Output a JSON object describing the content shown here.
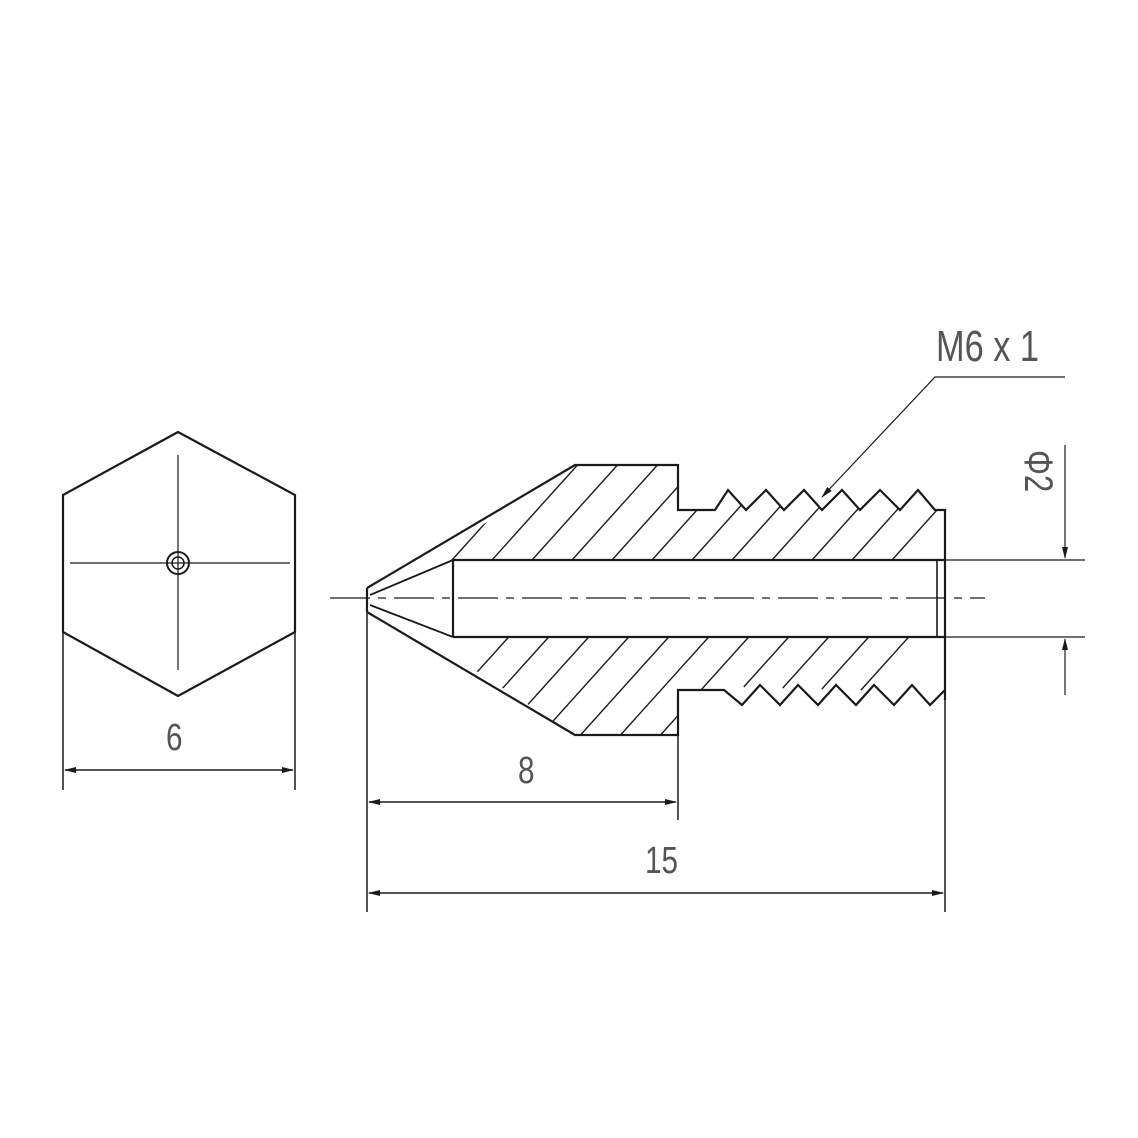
{
  "drawing": {
    "subject": "3D printer nozzle technical drawing",
    "views": [
      "end-view-hexagon",
      "side-section-view"
    ],
    "colors": {
      "line": "#1a1a1a",
      "text": "#555555",
      "background": "#ffffff"
    }
  },
  "dimensions": {
    "hex_across_flats": "6",
    "hex_length": "8",
    "total_length": "15",
    "thread_spec": "M6 x 1",
    "bore_diameter": "Φ2"
  }
}
